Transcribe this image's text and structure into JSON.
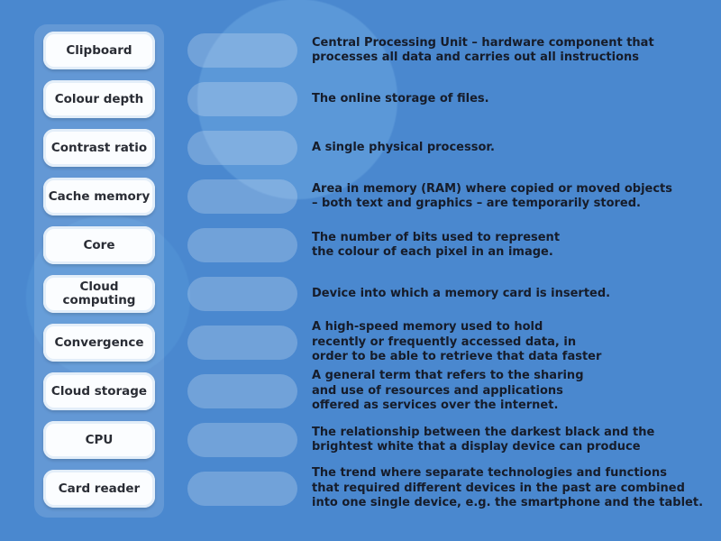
{
  "terms": [
    "Clipboard",
    "Colour depth",
    "Contrast ratio",
    "Cache memory",
    "Core",
    "Cloud computing",
    "Convergence",
    "Cloud storage",
    "CPU",
    "Card reader"
  ],
  "definitions": [
    "Central Processing Unit – hardware component that\nprocesses all data and carries out all instructions",
    "The online storage of files.",
    "A single physical processor.",
    "Area in memory (RAM) where copied or moved objects\n– both text and graphics – are temporarily stored.",
    "The number of bits used to represent\nthe colour of each pixel in an image.",
    "Device into which a memory card is inserted.",
    "A high-speed memory used to hold\nrecently or frequently accessed data, in\norder to be able to retrieve that data faster",
    "A general term that refers to the sharing\nand use of resources and applications\noffered as services over the internet.",
    "The relationship between the darkest black and the\nbrightest white that a display device can produce",
    "The trend where separate technologies and functions\nthat required different devices in the past are combined\ninto one single device, e.g. the smartphone and the tablet."
  ]
}
